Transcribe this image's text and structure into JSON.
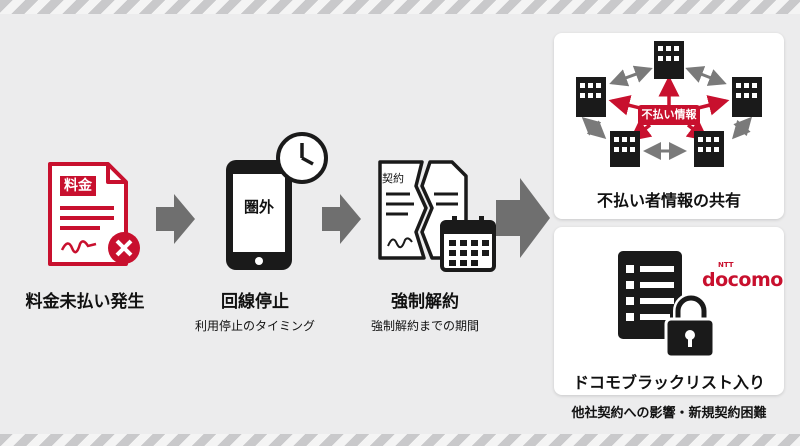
{
  "steps": [
    {
      "icon_text": "料金",
      "title": "料金未払い発生",
      "subtitle": ""
    },
    {
      "icon_text": "圏外",
      "title": "回線停止",
      "subtitle": "利用停止のタイミング"
    },
    {
      "icon_text": "契約",
      "title": "強制解約",
      "subtitle": "強制解約までの期間"
    }
  ],
  "sharing_card": {
    "center_label": "不払い情報",
    "title": "不払い者情報の共有"
  },
  "blacklist_card": {
    "logo_small": "NTT",
    "logo": "docomo",
    "title": "ドコモブラックリスト入り",
    "subtitle": "他社契約への影響・新規契約困難"
  },
  "colors": {
    "accent": "#c8102e",
    "dark": "#1a1a1a",
    "arrow": "#6f6f6f",
    "background": "#ececed"
  }
}
